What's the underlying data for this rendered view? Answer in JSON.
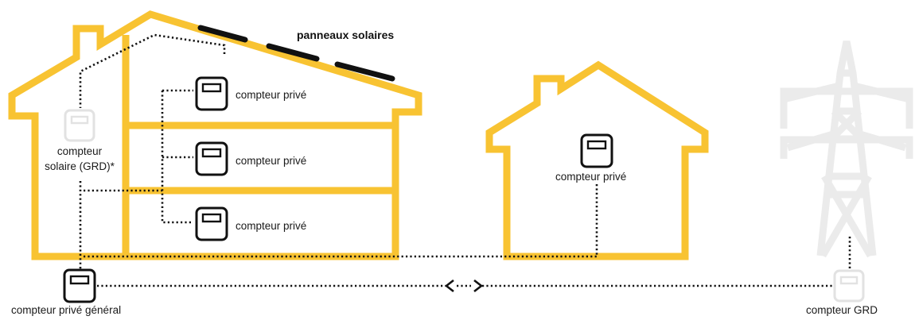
{
  "labels": {
    "solar_panels": "panneaux solaires",
    "private_meter_1": "compteur privé",
    "private_meter_2": "compteur privé",
    "private_meter_3": "compteur privé",
    "private_meter_house": "compteur privé",
    "solar_meter_line1": "compteur",
    "solar_meter_line2": "solaire (GRD)*",
    "general_meter": "compteur privé général",
    "grd_meter": "compteur GRD"
  },
  "colors": {
    "house_outline": "#f8c332",
    "tower": "#ebebeb",
    "ghost_meter": "#e4e4e4",
    "meter": "#111111",
    "wiring": "#111111"
  },
  "icons": {
    "meter": "electric-meter-icon",
    "tower": "transmission-tower-icon",
    "arrows": "bidirectional-arrow-icon"
  }
}
